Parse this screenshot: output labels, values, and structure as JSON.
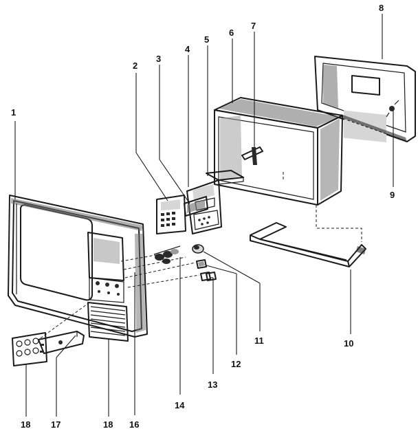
{
  "diagram": {
    "callouts": [
      {
        "id": "1",
        "text": "1"
      },
      {
        "id": "2",
        "text": "2"
      },
      {
        "id": "3",
        "text": "3"
      },
      {
        "id": "4",
        "text": "4"
      },
      {
        "id": "5",
        "text": "5"
      },
      {
        "id": "6",
        "text": "6"
      },
      {
        "id": "7",
        "text": "7"
      },
      {
        "id": "8",
        "text": "8"
      },
      {
        "id": "9",
        "text": "9"
      },
      {
        "id": "10",
        "text": "10"
      },
      {
        "id": "11",
        "text": "11"
      },
      {
        "id": "12",
        "text": "12"
      },
      {
        "id": "13",
        "text": "13"
      },
      {
        "id": "14",
        "text": "14"
      },
      {
        "id": "16",
        "text": "16"
      },
      {
        "id": "17",
        "text": "17"
      },
      {
        "id": "18a",
        "text": "18"
      },
      {
        "id": "18b",
        "text": "18"
      }
    ]
  }
}
